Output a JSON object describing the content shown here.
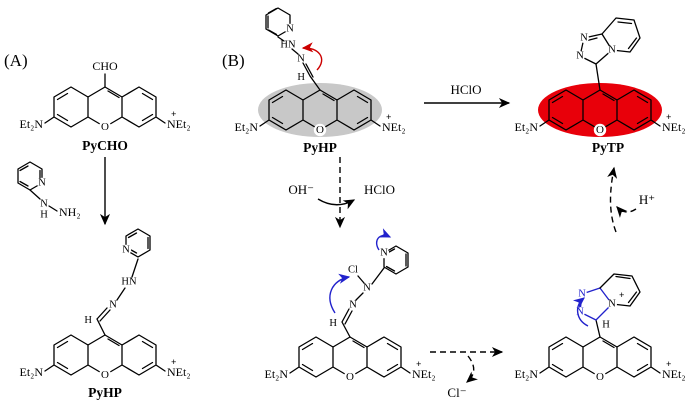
{
  "panel_a": {
    "label": "(A)"
  },
  "panel_b": {
    "label": "(B)"
  },
  "names": {
    "pycho": "PyCHO",
    "pyhp": "PyHP",
    "pytp": "PyTP"
  },
  "atoms": {
    "o": "O",
    "n": "N",
    "h": "H",
    "hn": "HN",
    "nh2": "NH₂",
    "cho": "CHO",
    "cl": "Cl",
    "et2n": "Et₂N",
    "net2": "NEt₂",
    "plus": "+"
  },
  "reagents": {
    "hclo": "HClO",
    "oh_minus": "OH⁻",
    "h_plus": "H⁺",
    "cl_minus": "Cl⁻"
  },
  "colors": {
    "red": "#cc0000",
    "blue": "#2222cc",
    "gray_highlight": "#c8c8c8",
    "red_highlight": "#e8000a",
    "bond": "#000000"
  }
}
